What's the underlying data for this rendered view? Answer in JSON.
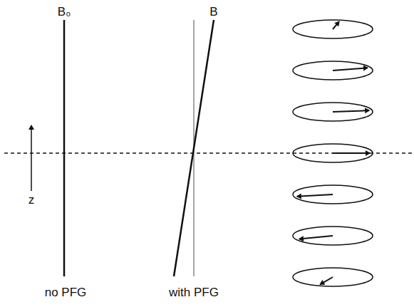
{
  "diagram": {
    "labels": [
      "B₀",
      "B",
      "z",
      "no PFG",
      "with PFG"
    ]
  }
}
